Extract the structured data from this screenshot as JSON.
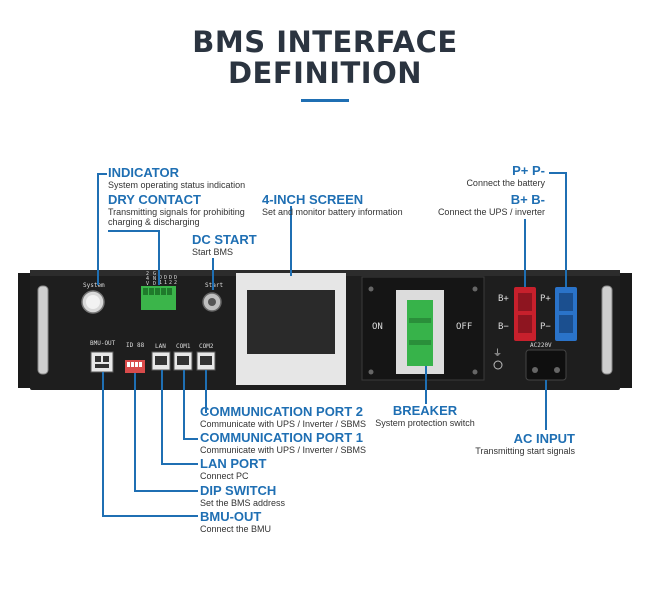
{
  "title": {
    "line1": "BMS INTERFACE",
    "line2": "DEFINITION"
  },
  "labels": {
    "indicator": {
      "heading": "INDICATOR",
      "desc": "System operating status indication"
    },
    "dry_contact": {
      "heading": "DRY CONTACT",
      "desc1": "Transmitting signals for prohibiting",
      "desc2": "charging & discharging"
    },
    "dc_start": {
      "heading": "DC START",
      "desc": "Start BMS"
    },
    "screen": {
      "heading": "4-INCH SCREEN",
      "desc": "Set and monitor battery information"
    },
    "pp": {
      "heading": "P+ P-",
      "desc": "Connect the battery"
    },
    "bb": {
      "heading": "B+ B-",
      "desc": "Connect the UPS / inverter"
    },
    "com2": {
      "heading": "COMMUNICATION PORT 2",
      "desc": "Communicate with UPS / Inverter / SBMS"
    },
    "com1": {
      "heading": "COMMUNICATION PORT 1",
      "desc": "Communicate with UPS / Inverter / SBMS"
    },
    "lan": {
      "heading": "LAN PORT",
      "desc": "Connect PC"
    },
    "dip": {
      "heading": "DIP SWITCH",
      "desc": "Set the BMS address"
    },
    "bmu": {
      "heading": "BMU-OUT",
      "desc": "Connect the BMU"
    },
    "breaker": {
      "heading": "BREAKER",
      "desc": "System protection switch"
    },
    "ac": {
      "heading": "AC INPUT",
      "desc": "Transmitting start signals"
    }
  },
  "panel": {
    "system": "System",
    "start": "Start",
    "dry_pins": [
      "24V",
      "GND",
      "D1",
      "D1",
      "D2",
      "D2"
    ],
    "id": "ID",
    "dip_nums": "88",
    "bmu_out": "BMU-OUT",
    "lan": "LAN",
    "com1": "COM1",
    "com2": "COM2",
    "on": "ON",
    "off": "OFF",
    "b_plus": "B+",
    "b_minus": "B−",
    "p_plus": "P+",
    "p_minus": "P−",
    "ac220": "AC220V",
    "ground": "⏚"
  },
  "colors": {
    "accent": "#1f6fb3",
    "title": "#2b3440",
    "panel": "#1c1c1c",
    "breaker": "#37b34a",
    "b_connector": "#c7202c",
    "p_connector": "#2a73c9"
  }
}
